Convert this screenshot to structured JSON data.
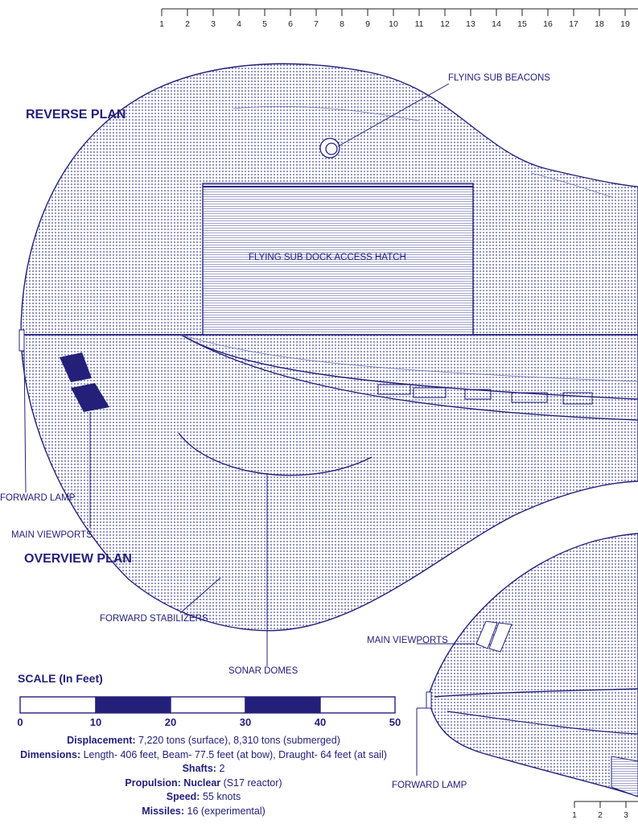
{
  "ruler_top": {
    "ticks": [
      "1",
      "2",
      "3",
      "4",
      "5",
      "6",
      "7",
      "8",
      "9",
      "10",
      "11",
      "12",
      "13",
      "14",
      "15",
      "16",
      "17",
      "18",
      "19"
    ]
  },
  "ruler_bottom": {
    "ticks": [
      "1",
      "2",
      "3"
    ]
  },
  "labels": {
    "reverse_plan": "REVERSE PLAN",
    "overview_plan": "OVERVIEW PLAN",
    "beacons": "FLYING SUB BEACONS",
    "hatch": "FLYING SUB DOCK ACCESS HATCH",
    "forward_lamp_1": "FORWARD LAMP",
    "main_viewports_1": "MAIN VIEWPORTS",
    "forward_stabilizers": "FORWARD STABILIZERS",
    "sonar_domes": "SONAR DOMES",
    "main_viewports_2": "MAIN VIEWPORTS",
    "forward_lamp_2": "FORWARD LAMP"
  },
  "scale": {
    "title": "SCALE (In Feet)",
    "ticks": [
      "0",
      "10",
      "20",
      "30",
      "40",
      "50"
    ]
  },
  "specs": [
    {
      "key": "Displacement:",
      "value": " 7,220 tons (surface), 8,310 tons (submerged)"
    },
    {
      "key": "Dimensions:",
      "value": " Length- 406 feet, Beam- 77.5 feet (at bow), Draught- 64 feet (at sail)"
    },
    {
      "key": "Shafts:",
      "value": " 2"
    },
    {
      "key": "Propulsion: Nuclear",
      "value": " (S17 reactor)"
    },
    {
      "key": "Speed:",
      "value": " 55 knots"
    },
    {
      "key": "Missiles:",
      "value": " 16 (experimental)"
    }
  ],
  "colors": {
    "ink": "#24207a",
    "paper": "#ffffff"
  }
}
